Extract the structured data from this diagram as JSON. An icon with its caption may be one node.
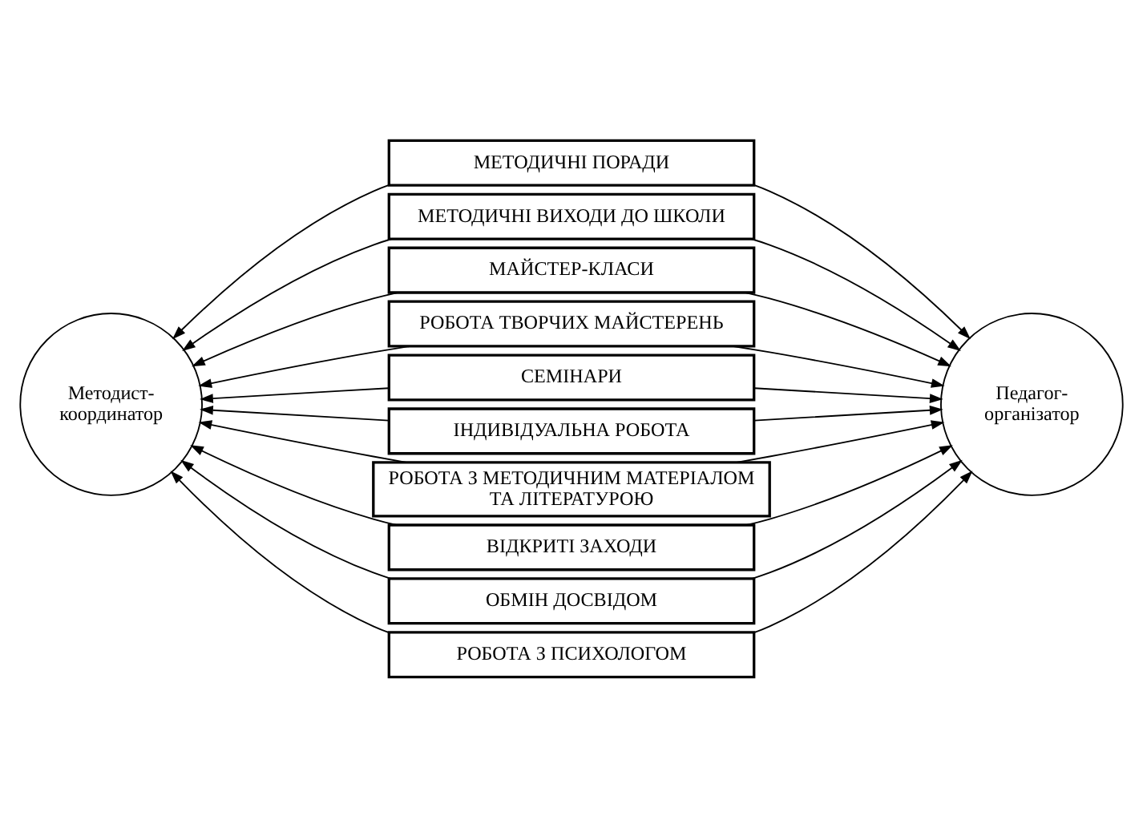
{
  "diagram": {
    "nodes": [
      {
        "text": [
          "Методист-координатор"
        ]
      },
      {
        "text": [
          "МЕТОДИЧНІ ПОРАДИ"
        ]
      },
      {
        "text": [
          "МЕТОДИЧНІ ВИХОДИ ДО ШКОЛИ"
        ]
      },
      {
        "text": [
          "МАЙСТЕР-КЛАСИ"
        ]
      },
      {
        "text": [
          "РОБОТА ТВОРЧИХ МАЙСТЕРЕНЬ"
        ]
      },
      {
        "text": [
          "СЕМІНАРИ"
        ]
      },
      {
        "text": [
          "ІНДИВІДУАЛЬНА РОБОТА"
        ]
      },
      {
        "text": [
          "РОБОТА З МЕТОДИЧНИМ МАТЕРІАЛОМ ТА ЛІТЕРАТУРОЮ"
        ]
      },
      {
        "text": [
          "ВІДКРИТІ ЗАХОДИ"
        ]
      },
      {
        "text": [
          "ОБМІН ДОСВІДОМ"
        ]
      },
      {
        "text": [
          "РОБОТА З ПСИХОЛОГОМ"
        ]
      },
      {
        "text": [
          "Педагог-організатор"
        ]
      }
    ],
    "edges": [
      {
        "from": 1,
        "to": 0,
        "arrow": "to"
      },
      {
        "from": 2,
        "to": 0,
        "arrow": "to"
      },
      {
        "from": 3,
        "to": 0,
        "arrow": "to"
      },
      {
        "from": 4,
        "to": 0,
        "arrow": "to"
      },
      {
        "from": 5,
        "to": 0,
        "arrow": "to"
      },
      {
        "from": 6,
        "to": 0,
        "arrow": "to"
      },
      {
        "from": 7,
        "to": 0,
        "arrow": "to"
      },
      {
        "from": 8,
        "to": 0,
        "arrow": "to"
      },
      {
        "from": 9,
        "to": 0,
        "arrow": "to"
      },
      {
        "from": 10,
        "to": 0,
        "arrow": "to"
      },
      {
        "from": 1,
        "to": 11,
        "arrow": "to"
      },
      {
        "from": 2,
        "to": 11,
        "arrow": "to"
      },
      {
        "from": 3,
        "to": 11,
        "arrow": "to"
      },
      {
        "from": 4,
        "to": 11,
        "arrow": "to"
      },
      {
        "from": 5,
        "to": 11,
        "arrow": "to"
      },
      {
        "from": 6,
        "to": 11,
        "arrow": "to"
      },
      {
        "from": 7,
        "to": 11,
        "arrow": "to"
      },
      {
        "from": 8,
        "to": 11,
        "arrow": "to"
      },
      {
        "from": 9,
        "to": 11,
        "arrow": "to"
      },
      {
        "from": 10,
        "to": 11,
        "arrow": "to"
      }
    ]
  }
}
